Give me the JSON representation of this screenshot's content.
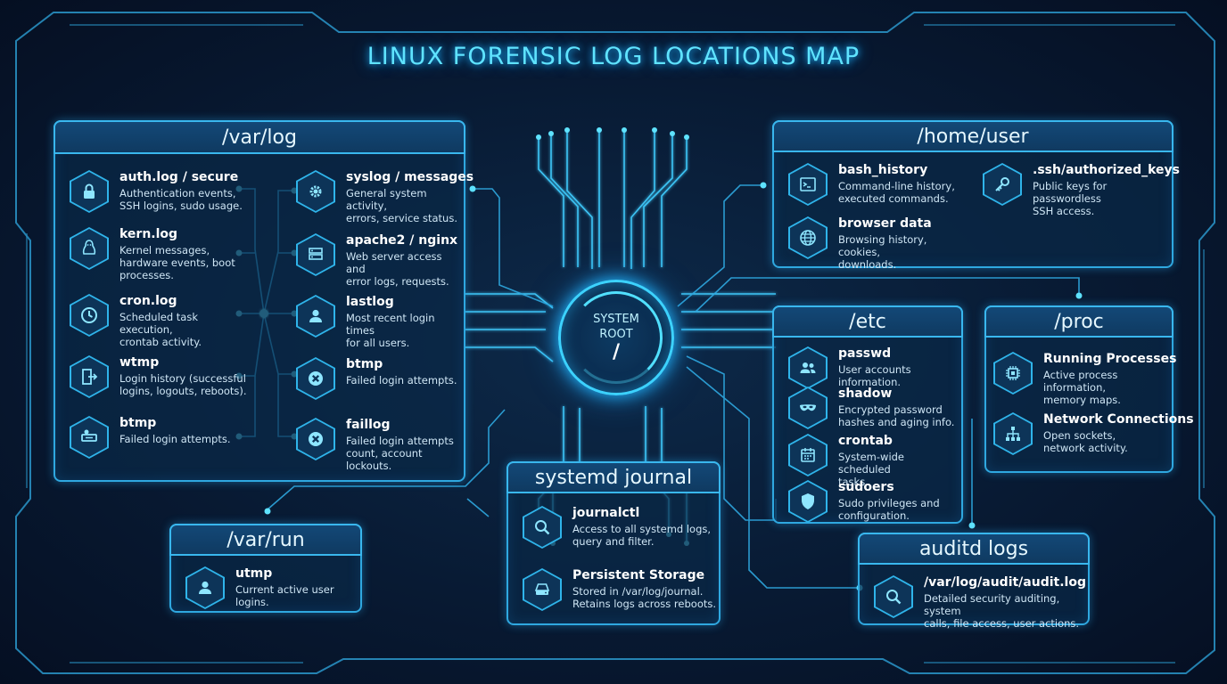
{
  "title": "LINUX FORENSIC LOG LOCATIONS MAP",
  "root": {
    "line1": "SYSTEM",
    "line2": "ROOT",
    "symbol": "/"
  },
  "var_log": {
    "title": "/var/log",
    "items": [
      {
        "title": "auth.log / secure",
        "desc": "Authentication events,\nSSH logins, sudo usage.",
        "icon": "lock-icon"
      },
      {
        "title": "kern.log",
        "desc": "Kernel messages,\nhardware events, boot\nprocesses.",
        "icon": "penguin-icon"
      },
      {
        "title": "cron.log",
        "desc": "Scheduled task execution,\ncrontab activity.",
        "icon": "clock-icon"
      },
      {
        "title": "wtmp",
        "desc": "Login history (successful\nlogins, logouts, reboots).",
        "icon": "door-exit-icon"
      },
      {
        "title": "btmp",
        "desc": "Failed login attempts.",
        "icon": "failed-login-icon"
      },
      {
        "title": "syslog / messages",
        "desc": "General system activity,\nerrors, service status.",
        "icon": "gear-icon"
      },
      {
        "title": "apache2 / nginx",
        "desc": "Web server access and\nerror logs, requests.",
        "icon": "server-icon"
      },
      {
        "title": "lastlog",
        "desc": "Most recent login times\nfor all users.",
        "icon": "user-icon"
      },
      {
        "title": "btmp",
        "desc": "Failed login attempts.",
        "icon": "x-circle-icon"
      },
      {
        "title": "faillog",
        "desc": "Failed login attempts\ncount, account lockouts.",
        "icon": "x-circle-icon"
      }
    ]
  },
  "home_user": {
    "title": "/home/user",
    "items": [
      {
        "title": "bash_history",
        "desc": "Command-line history,\nexecuted commands.",
        "icon": "terminal-icon"
      },
      {
        "title": "browser data",
        "desc": "Browsing history, cookies,\ndownloads.",
        "icon": "globe-icon"
      },
      {
        "title": ".ssh/authorized_keys",
        "desc": "Public keys for passwordless\nSSH access.",
        "icon": "key-icon"
      }
    ]
  },
  "etc": {
    "title": "/etc",
    "items": [
      {
        "title": "passwd",
        "desc": "User accounts information.",
        "icon": "users-icon"
      },
      {
        "title": "shadow",
        "desc": "Encrypted password\nhashes and aging info.",
        "icon": "mask-icon"
      },
      {
        "title": "crontab",
        "desc": "System-wide scheduled\ntasks.",
        "icon": "calendar-icon"
      },
      {
        "title": "sudoers",
        "desc": "Sudo privileges and\nconfiguration.",
        "icon": "shield-icon"
      }
    ]
  },
  "proc": {
    "title": "/proc",
    "items": [
      {
        "title": "Running Processes",
        "desc": "Active process information,\nmemory maps.",
        "icon": "chip-icon"
      },
      {
        "title": "Network Connections",
        "desc": "Open sockets,\nnetwork activity.",
        "icon": "network-icon"
      }
    ]
  },
  "systemd": {
    "title": "systemd journal",
    "items": [
      {
        "title": "journalctl",
        "desc": "Access to all systemd logs,\nquery and filter.",
        "icon": "search-icon"
      },
      {
        "title": "Persistent Storage",
        "desc": "Stored in /var/log/journal.\nRetains logs across reboots.",
        "icon": "drive-icon"
      }
    ]
  },
  "var_run": {
    "title": "/var/run",
    "items": [
      {
        "title": "utmp",
        "desc": "Current active user logins.",
        "icon": "user-icon"
      }
    ]
  },
  "auditd": {
    "title": "auditd logs",
    "items": [
      {
        "title": "/var/log/audit/audit.log",
        "desc": "Detailed security auditing, system\ncalls, file access, user actions.",
        "icon": "search-icon"
      }
    ]
  }
}
